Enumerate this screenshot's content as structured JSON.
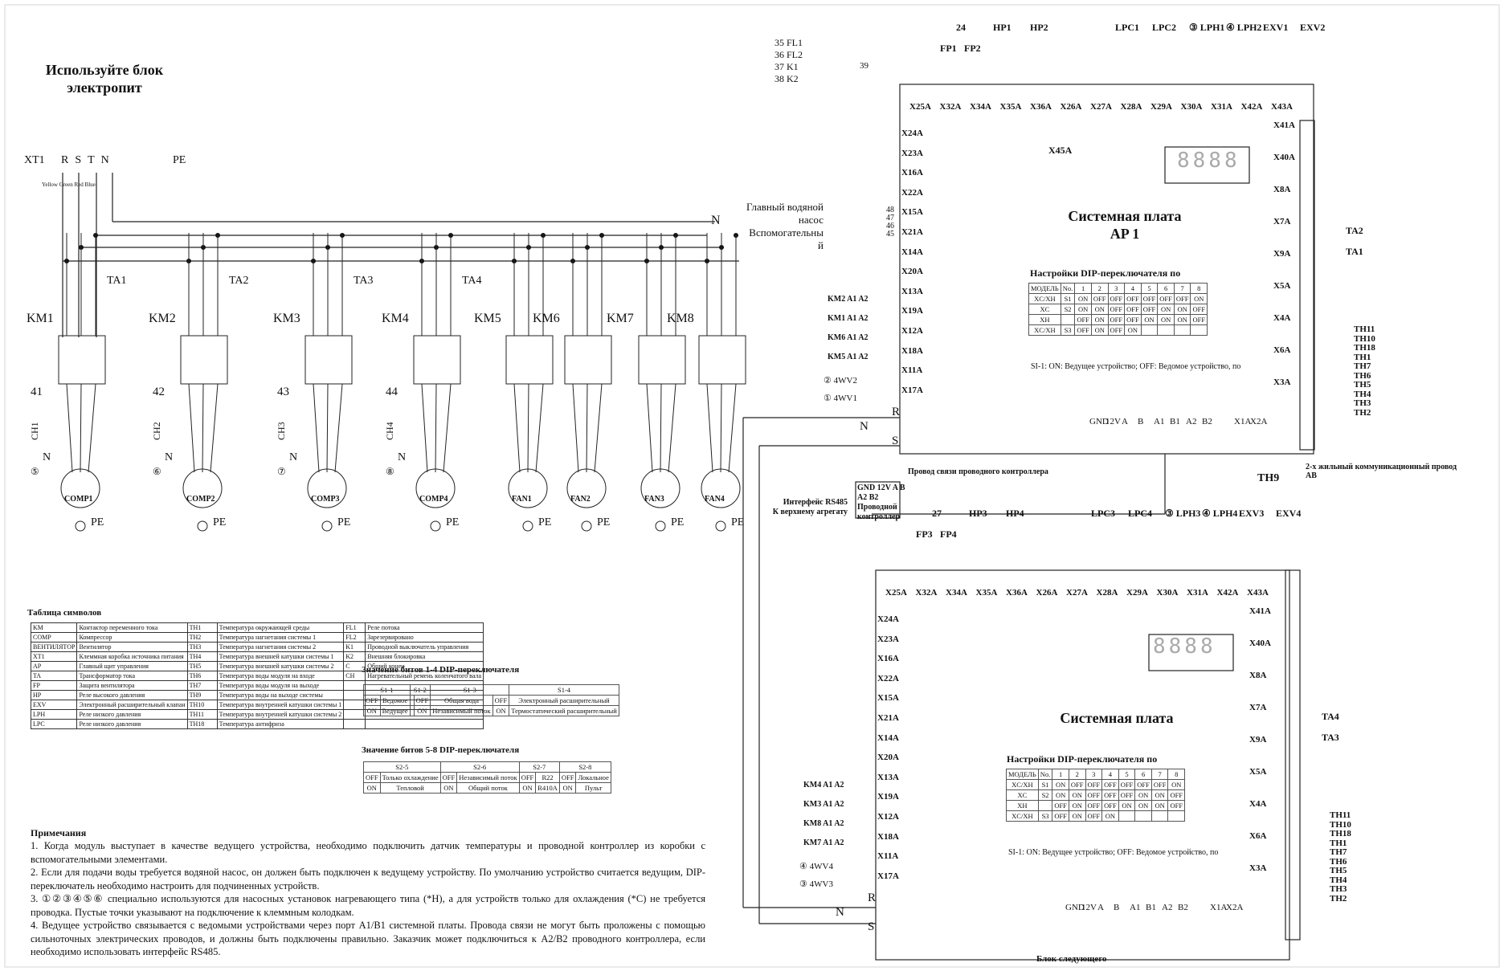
{
  "power_note": "Используйте блок электропит",
  "terminal": {
    "name": "XT1",
    "phases": [
      "R",
      "S",
      "T",
      "N"
    ],
    "pe": "PE",
    "wire_colors": [
      "Yellow",
      "Green",
      "Red",
      "Blue"
    ]
  },
  "contactors": [
    {
      "name": "KM1",
      "num": "41",
      "ch": "CH1",
      "n": "N",
      "circ": "⑤",
      "motor": "COMP1",
      "ta": "TA1"
    },
    {
      "name": "KM2",
      "num": "42",
      "ch": "CH2",
      "n": "N",
      "circ": "⑥",
      "motor": "COMP2",
      "ta": "TA2"
    },
    {
      "name": "KM3",
      "num": "43",
      "ch": "CH3",
      "n": "N",
      "circ": "⑦",
      "motor": "COMP3",
      "ta": "TA3"
    },
    {
      "name": "KM4",
      "num": "44",
      "ch": "CH4",
      "n": "N",
      "circ": "⑧",
      "motor": "COMP4",
      "ta": "TA4"
    },
    {
      "name": "KM5",
      "num": "",
      "ch": "",
      "n": "",
      "circ": "",
      "motor": "FAN1",
      "ta": ""
    },
    {
      "name": "KM6",
      "num": "",
      "ch": "",
      "n": "",
      "circ": "",
      "motor": "FAN2",
      "ta": ""
    },
    {
      "name": "KM7",
      "num": "",
      "ch": "",
      "n": "",
      "circ": "",
      "motor": "FAN3",
      "ta": ""
    },
    {
      "name": "KM8",
      "num": "",
      "ch": "",
      "n": "",
      "circ": "",
      "motor": "FAN4",
      "ta": ""
    }
  ],
  "pe_label": "PE",
  "n_label": "N",
  "board1": {
    "title_line1": "Системная плата",
    "title_line2": "AP 1",
    "top_labels": [
      "24",
      "HP1",
      "HP2",
      "LPC1",
      "LPC2",
      "③ LPH1",
      "④ LPH2",
      "EXV1",
      "EXV2"
    ],
    "fp_labels": [
      "FP1",
      "FP2"
    ],
    "top_connectors": [
      "X25A",
      "X32A",
      "X34A",
      "X35A",
      "X36A",
      "X26A",
      "X27A",
      "X28A",
      "X29A",
      "X30A",
      "X31A",
      "X42A",
      "X43A"
    ],
    "left_connectors": [
      "X24A",
      "X23A",
      "X16A",
      "X22A",
      "X15A",
      "X21A",
      "X14A",
      "X20A",
      "X13A",
      "X19A",
      "X12A",
      "X18A",
      "X11A",
      "X17A"
    ],
    "right_connectors": [
      "X41A",
      "X40A",
      "X8A",
      "X7A",
      "X9A",
      "X5A",
      "X4A",
      "X6A",
      "X3A"
    ],
    "right_temp": [
      "TA2",
      "TA1"
    ],
    "sensors": [
      "TH11",
      "TH10",
      "TH18",
      "TH1",
      "TH7",
      "TH6",
      "TH5",
      "TH4",
      "TH3",
      "TH2"
    ],
    "bottom_connectors": [
      "GND",
      "12V",
      "A",
      "B",
      "A1",
      "B1",
      "A2",
      "B2",
      "X1A",
      "X2A"
    ],
    "x45": "X45A",
    "km_side": [
      "KM2",
      "KM1",
      "KM6",
      "KM5"
    ],
    "wv": [
      "② 4WV2",
      "① 4WV1"
    ],
    "rns": [
      "R",
      "N",
      "S"
    ],
    "pump_labels": [
      "Главный водяной",
      "насос",
      "Вспомогательны",
      "й"
    ],
    "pump_nums": [
      "48",
      "47",
      "46",
      "45"
    ],
    "inputs": [
      "FL1",
      "FL2",
      "K1",
      "K2"
    ],
    "input_nums": [
      "35",
      "36",
      "37",
      "38"
    ],
    "input_end": "39",
    "th9": "TH9",
    "dip_title": "Настройки DIP-переключателя по",
    "dip_note": "SI-1: ON: Ведущее устройство; OFF: Ведомое устройство, по",
    "comm_note": "2-х жильный коммуникационный провод AB",
    "ctrl_note": "Провод связи проводного контроллера"
  },
  "board2": {
    "title": "Системная плата",
    "top_labels": [
      "27",
      "HP3",
      "HP4",
      "LPC3",
      "LPC4",
      "③ LPH3",
      "④ LPH4",
      "EXV3",
      "EXV4"
    ],
    "fp_labels": [
      "FP3",
      "FP4"
    ],
    "km_side": [
      "KM4",
      "KM3",
      "KM8",
      "KM7"
    ],
    "wv": [
      "④ 4WV4",
      "③ 4WV3"
    ],
    "right_temp": [
      "TA4",
      "TA3"
    ],
    "sensors": [
      "TH11",
      "TH10",
      "TH18",
      "TH1",
      "TH7",
      "TH6",
      "TH5",
      "TH4",
      "TH3",
      "TH2"
    ],
    "dip_title": "Настройки DIP-переключателя по",
    "dip_note": "SI-1: ON: Ведущее устройство; OFF: Ведомое устройство, по",
    "next_block": "Блок следующего"
  },
  "wired_controller": {
    "pins": [
      "GND",
      "12V",
      "A",
      "B"
    ],
    "pins2": [
      "A2",
      "B2"
    ],
    "label": "Проводной контроллер",
    "rs485": "Интерфейс RS485",
    "upper": "К верхнему агрегату"
  },
  "dip_table": {
    "header": [
      "МОДЕЛЬ",
      "No.",
      "1",
      "2",
      "3",
      "4",
      "5",
      "6",
      "7",
      "8"
    ],
    "rows": [
      [
        "XC/XH",
        "S1",
        "ON",
        "OFF",
        "OFF",
        "OFF",
        "OFF",
        "OFF",
        "OFF",
        "ON"
      ],
      [
        "XC",
        "S2",
        "ON",
        "ON",
        "OFF",
        "OFF",
        "OFF",
        "ON",
        "ON",
        "OFF"
      ],
      [
        "XH",
        "",
        "OFF",
        "ON",
        "OFF",
        "OFF",
        "ON",
        "ON",
        "ON",
        "OFF"
      ],
      [
        "XC/XH",
        "S3",
        "OFF",
        "ON",
        "OFF",
        "ON",
        "",
        "",
        "",
        ""
      ]
    ]
  },
  "dip_bits_1_4": {
    "title": "Значение битов 1-4 DIP-переключателя",
    "header": [
      "S1-1",
      "S1-2",
      "S1-3",
      "S1-4"
    ],
    "rows": [
      [
        "OFF",
        "Ведомое",
        "",
        "OFF",
        "Общая вода",
        "OFF",
        "Электронный расширительный"
      ],
      [
        "ON",
        "Ведущее",
        "",
        "ON",
        "Независимый поток",
        "ON",
        "Термостатический расширительный"
      ]
    ]
  },
  "dip_bits_5_8": {
    "title": "Значение битов 5-8 DIP-переключателя",
    "header": [
      "S2-5",
      "S2-6",
      "S2-7",
      "S2-8"
    ],
    "rows": [
      [
        "OFF",
        "Только охлаждение",
        "OFF",
        "Независимый поток",
        "OFF",
        "R22",
        "OFF",
        "Локальное"
      ],
      [
        "ON",
        "Тепловой",
        "ON",
        "Общий поток",
        "ON",
        "R410A",
        "ON",
        "Пульт"
      ]
    ]
  },
  "symbol_table": {
    "title": "Таблица символов",
    "rows": [
      [
        "KM",
        "Контактор переменного тока",
        "TH1",
        "Температура окружающей среды",
        "FL1",
        "Реле потока"
      ],
      [
        "COMP",
        "Компрессор",
        "TH2",
        "Температура нагнетания системы 1",
        "FL2",
        "Зарезервировано"
      ],
      [
        "ВЕНТИЛЯТОР",
        "Вентилятор",
        "TH3",
        "Температура нагнетания системы 2",
        "K1",
        "Проводной выключатель управления"
      ],
      [
        "XT1",
        "Клеммная коробка источника питания",
        "TH4",
        "Температура внешней катушки системы 1",
        "K2",
        "Внешняя блокировка"
      ],
      [
        "AP",
        "Главный щит управления",
        "TH5",
        "Температура внешней катушки системы 2",
        "C",
        "Общий конец"
      ],
      [
        "TA",
        "Трансформатор тока",
        "TH6",
        "Температура воды модуля на входе",
        "CH",
        "Нагревательный ремень коленчатого вала"
      ],
      [
        "FP",
        "Защита вентилятора",
        "TH7",
        "Температура воды модуля на выходе",
        "",
        ""
      ],
      [
        "HP",
        "Реле высокого давления",
        "TH9",
        "Температура воды на выходе системы",
        "",
        ""
      ],
      [
        "EXV",
        "Электронный расширительный клапан",
        "TH10",
        "Температура внутренней катушки системы 1",
        "",
        ""
      ],
      [
        "LPH",
        "Реле низкого давления",
        "TH11",
        "Температура внутренней катушки системы 2",
        "",
        ""
      ],
      [
        "LPC",
        "Реле низкого давления",
        "TH18",
        "Температура антифриза",
        "",
        ""
      ]
    ]
  },
  "notes": {
    "title": "Примечания",
    "items": [
      "1. Когда модуль выступает в качестве ведущего устройства, необходимо подключить датчик температуры и проводной контроллер из коробки с вспомогательными элементами.",
      "2. Если для подачи воды требуется водяной насос, он должен быть подключен к ведущему устройству. По умолчанию устройство считается ведущим, DIP-переключатель необходимо настроить для подчиненных устройств.",
      "3. ①②③④⑤⑥ специально используются для насосных установок нагревающего типа (*H), а для устройств только для охлаждения (*C) не требуется проводка. Пустые точки указывают на подключение к клеммным колодкам.",
      "4. Ведущее устройство связывается с ведомыми устройствами через порт A1/B1 системной платы. Провода связи не могут быть проложены с помощью сильноточных электрических проводов, и должны быть подключены правильно. Заказчик может подключиться к A2/B2 проводного контроллера, если необходимо использовать интерфейс RS485."
    ]
  }
}
